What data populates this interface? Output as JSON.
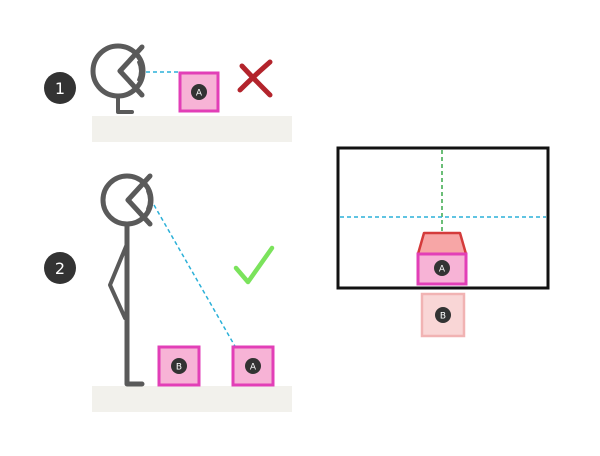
{
  "steps": {
    "one": "1",
    "two": "2"
  },
  "boxes": {
    "a_label": "A",
    "b_label": "B"
  },
  "marks": {
    "wrong_icon": "cross-icon",
    "right_icon": "check-icon"
  },
  "colors": {
    "box_fill": "#f7b3d6",
    "box_stroke": "#e23fb7",
    "figure_stroke": "#5a5a5a",
    "floor": "#f2f1ec",
    "sight_line": "#2bb0d8",
    "vertical_guide": "#3aa84a",
    "cross": "#b3242c",
    "check": "#7be35c",
    "step_badge": "#333333",
    "viewport_border": "#111111",
    "box_top_fill": "#f7a6a6",
    "box_top_stroke": "#d43b3b",
    "faded_box_fill": "#f9d6d6",
    "faded_box_stroke": "#f1b3b3"
  }
}
